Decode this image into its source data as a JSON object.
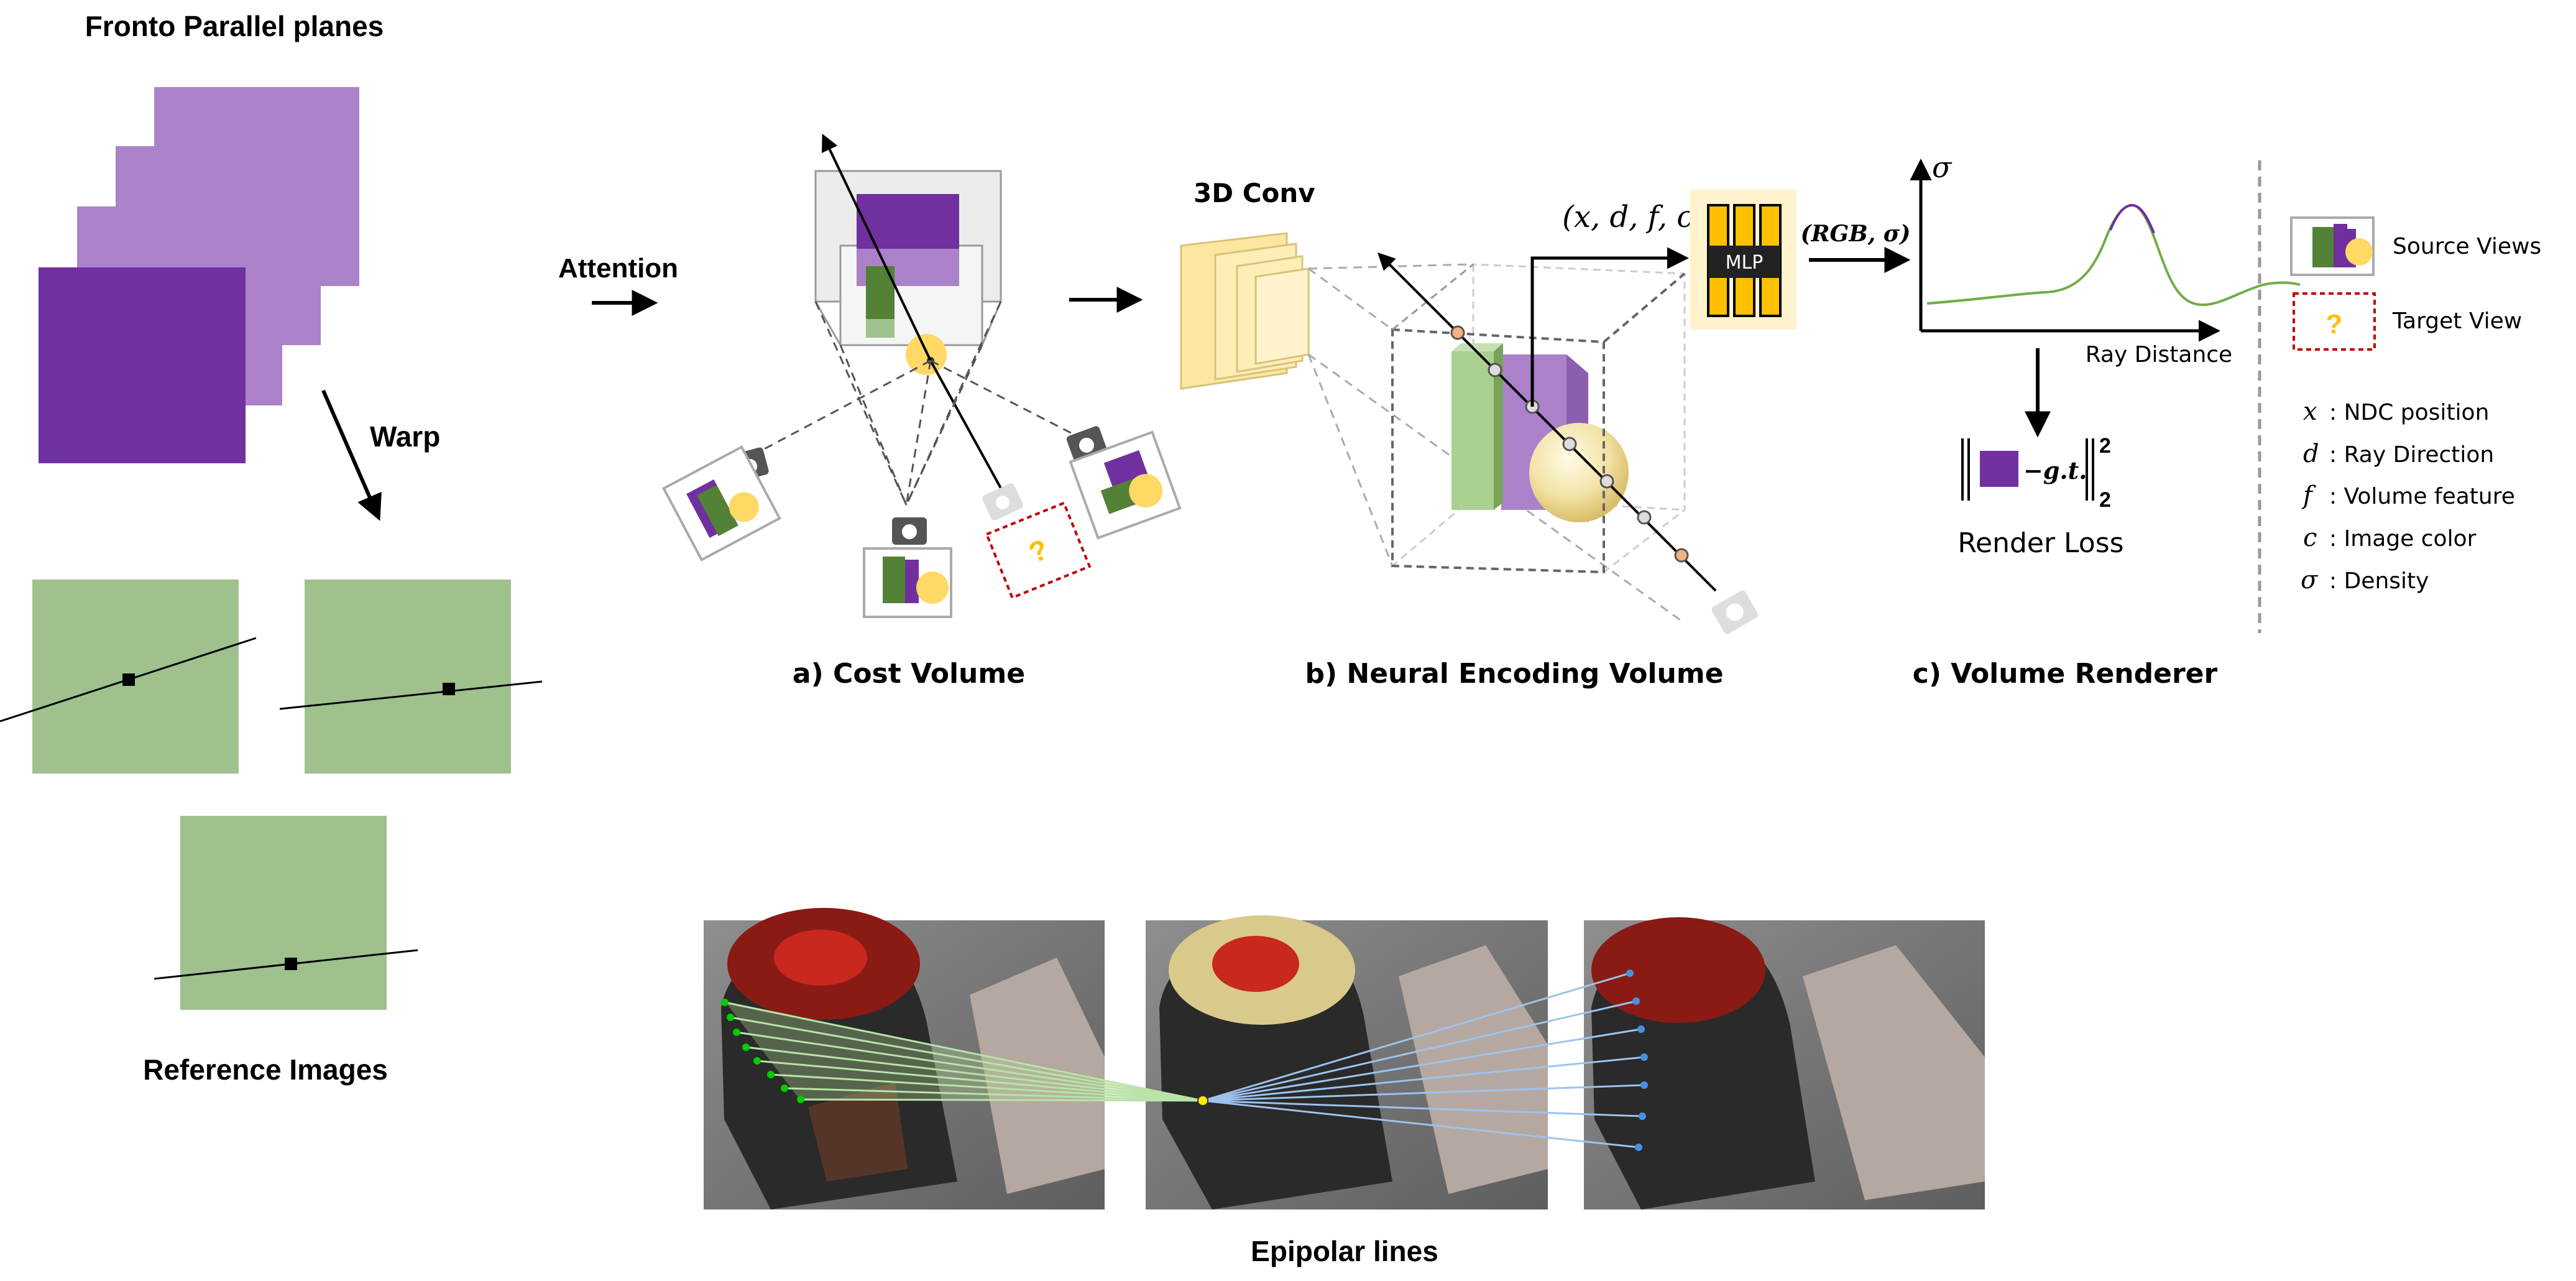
{
  "left": {
    "title": "Fronto Parallel planes",
    "warp": "Warp",
    "reference": "Reference Images",
    "attention": "Attention"
  },
  "captions": {
    "cost_volume": "a) Cost Volume",
    "neural_encoding": "b) Neural Encoding Volume",
    "volume_renderer": "c) Volume Renderer",
    "epipolar": "Epipolar lines"
  },
  "network": {
    "conv": "3D Conv",
    "mlp_input": "(x, d, f, c)",
    "mlp": "MLP",
    "mlp_output": "(RGB, σ)"
  },
  "renderer": {
    "y_axis": "σ",
    "x_axis": "Ray Distance",
    "loss": "Render Loss",
    "gt": "−g.t.",
    "norm_sup": "2",
    "norm_sub": "2"
  },
  "legend": {
    "source_views": "Source Views",
    "target_view": "Target View",
    "target_mark": "?",
    "symbols": [
      {
        "sym": "x",
        "desc": ": NDC position"
      },
      {
        "sym": "d",
        "desc": ": Ray Direction"
      },
      {
        "sym": "f",
        "desc": ": Volume feature"
      },
      {
        "sym": "c",
        "desc": ": Image color"
      },
      {
        "sym": "σ",
        "desc": ": Density"
      }
    ]
  },
  "colors": {
    "purple_dark": "#7030a0",
    "purple_light": "#ab82c9",
    "green": "#9ec18d",
    "yellow": "#fbe7a0",
    "accent_red": "#c00000"
  }
}
